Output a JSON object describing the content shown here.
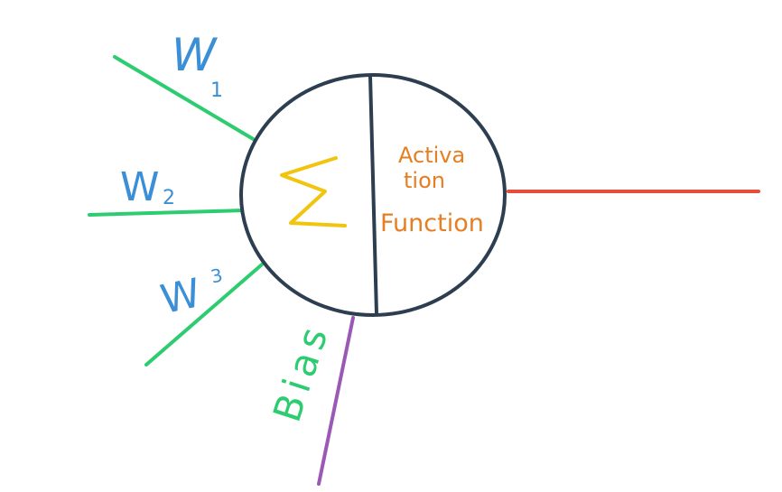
{
  "diagram": {
    "inputs": [
      {
        "weight_label": "W",
        "subscript": "1"
      },
      {
        "weight_label": "W",
        "subscript": "2"
      },
      {
        "weight_label": "W",
        "subscript": "3"
      }
    ],
    "bias_label": "Bias",
    "sum_symbol": "Σ",
    "activation_label_line1": "Activa",
    "activation_label_line2": "tion",
    "activation_label_line3": "Function",
    "colors": {
      "input_lines": "#2ecc71",
      "weight_labels": "#3a8fd6",
      "neuron_outline": "#2c3e50",
      "sum_symbol": "#f1c40f",
      "activation_text": "#e67e22",
      "output_line": "#e74c3c",
      "bias_line": "#9b59b6",
      "bias_text": "#2ecc71"
    }
  }
}
